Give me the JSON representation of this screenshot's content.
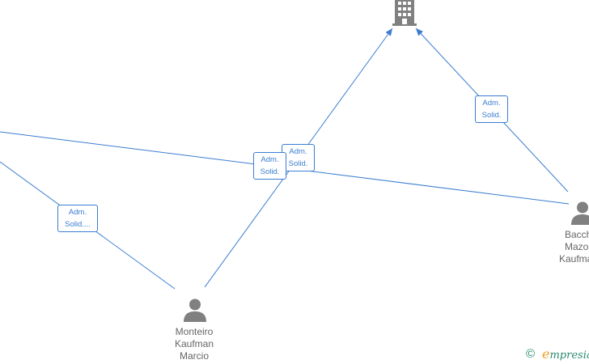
{
  "nodes": {
    "company": {
      "type": "company"
    },
    "person_monteiro": {
      "line1": "Monteiro",
      "line2": "Kaufman",
      "line3": "Marcio"
    },
    "person_bacch": {
      "line1": "Bacch",
      "line2": "Mazon",
      "line3": "Kaufma"
    }
  },
  "edge_labels": [
    {
      "id": "monteiro-company",
      "line1": "Adm.",
      "line2": "Solid."
    },
    {
      "id": "bacch-company",
      "line1": "Adm.",
      "line2": "Solid."
    },
    {
      "id": "offscreen-bacch",
      "line1": "Adm.",
      "line2": "Solid."
    },
    {
      "id": "offscreen-monteiro",
      "line1": "Adm.",
      "line2": "Solid...."
    }
  ],
  "footer": {
    "copyright_symbol": "©",
    "brand_first_letter": "e",
    "brand_rest": "mpresia"
  },
  "colors": {
    "edge": "#3a7dd1",
    "icon": "#808080",
    "label_text": "#666666",
    "brand": "#2a8a6e",
    "brand_accent": "#f0a020"
  }
}
